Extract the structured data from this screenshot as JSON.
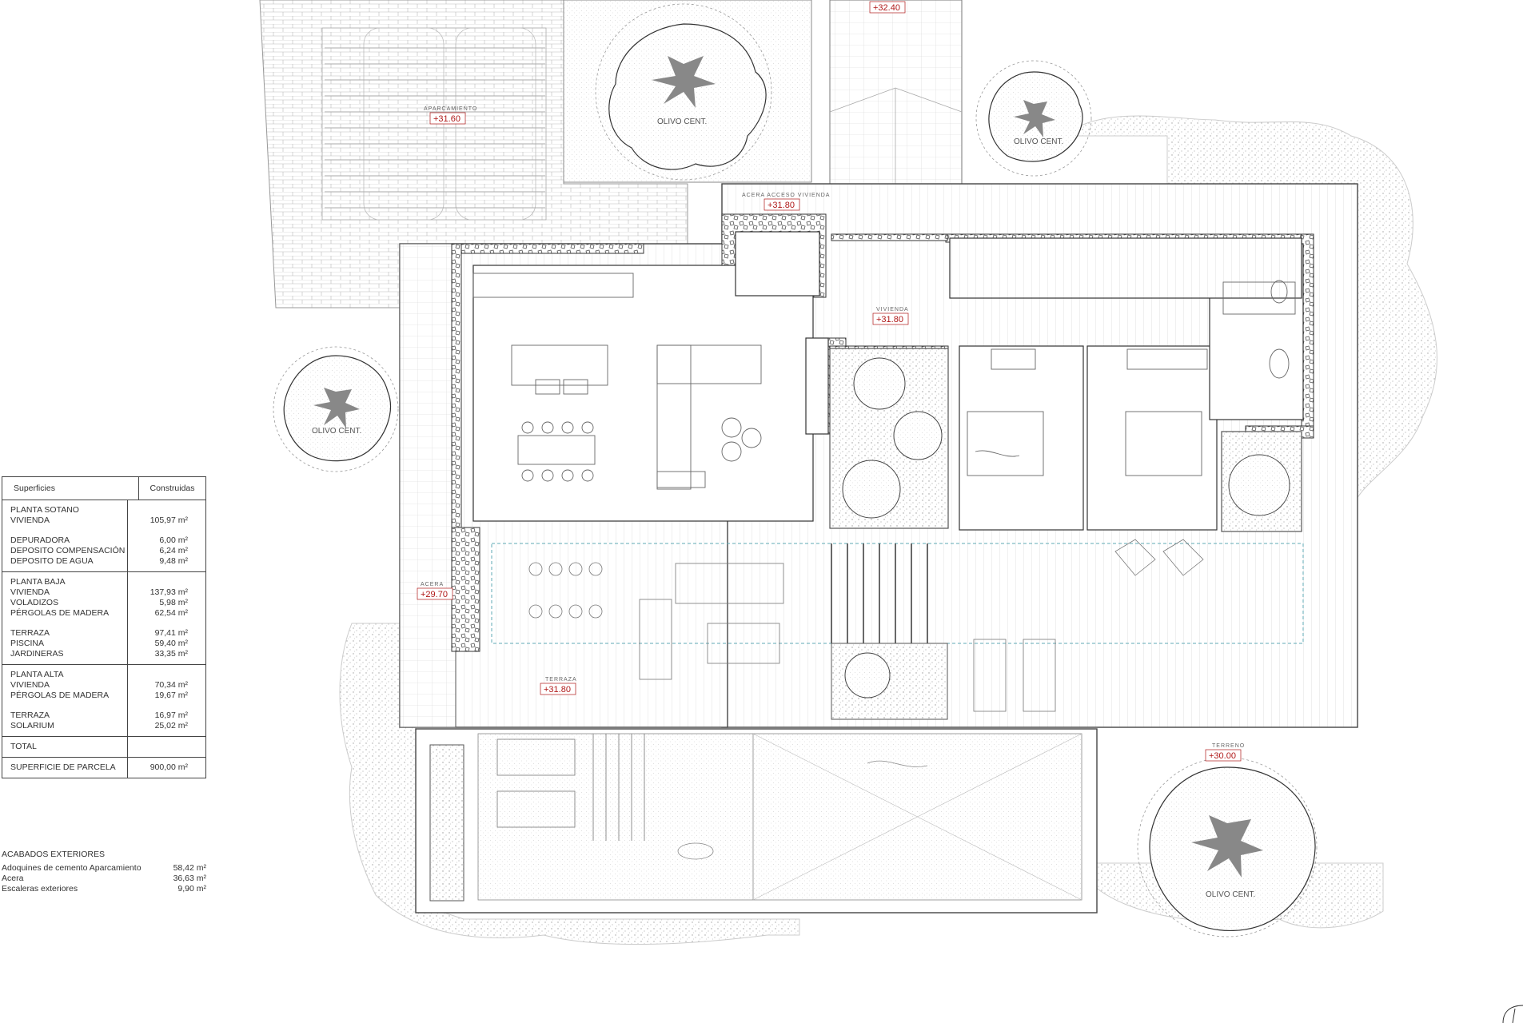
{
  "levels": {
    "parking": "+31.60",
    "top": "+32.40",
    "entry": "+31.80",
    "hall": "+31.80",
    "sidewalk": "+29.70",
    "terrace": "+31.80",
    "land": "+30.00"
  },
  "labels": {
    "parking": "APARCAMIENTO",
    "entry": "ACERA ACCESO VIVIENDA",
    "hall": "VIVIENDA",
    "sidewalk": "ACERA",
    "terrace": "TERRAZA",
    "land": "TERRENO"
  },
  "trees": {
    "label": "OLIVO CENT."
  },
  "surfaces": {
    "header_name": "Superficies",
    "header_value": "Construidas",
    "sections": [
      {
        "rows": [
          {
            "name": "PLANTA SOTANO",
            "value": ""
          },
          {
            "name": "VIVIENDA",
            "value": "105,97 m²"
          },
          {
            "name": "",
            "value": ""
          },
          {
            "name": "DEPURADORA",
            "value": "6,00 m²"
          },
          {
            "name": "DEPOSITO COMPENSACIÓN",
            "value": "6,24 m²"
          },
          {
            "name": "DEPOSITO DE AGUA",
            "value": "9,48 m²"
          }
        ]
      },
      {
        "rows": [
          {
            "name": "PLANTA BAJA",
            "value": ""
          },
          {
            "name": "VIVIENDA",
            "value": "137,93 m²"
          },
          {
            "name": "VOLADIZOS",
            "value": "5,98 m²"
          },
          {
            "name": "PÉRGOLAS DE MADERA",
            "value": "62,54 m²"
          },
          {
            "name": "",
            "value": ""
          },
          {
            "name": "TERRAZA",
            "value": "97,41 m²"
          },
          {
            "name": "PISCINA",
            "value": "59,40 m²"
          },
          {
            "name": "JARDINERAS",
            "value": "33,35 m²"
          }
        ]
      },
      {
        "rows": [
          {
            "name": "PLANTA ALTA",
            "value": ""
          },
          {
            "name": "VIVIENDA",
            "value": "70,34 m²"
          },
          {
            "name": "PÉRGOLAS DE MADERA",
            "value": "19,67 m²"
          },
          {
            "name": "",
            "value": ""
          },
          {
            "name": "TERRAZA",
            "value": "16,97 m²"
          },
          {
            "name": "SOLARIUM",
            "value": "25,02 m²"
          }
        ]
      },
      {
        "rows": [
          {
            "name": "TOTAL",
            "value": ""
          }
        ]
      },
      {
        "rows": [
          {
            "name": "SUPERFICIE DE PARCELA",
            "value": "900,00 m²"
          }
        ]
      }
    ]
  },
  "finishes": {
    "title": "ACABADOS EXTERIORES",
    "rows": [
      {
        "name": "Adoquines de cemento Aparcamiento",
        "value": "58,42 m²"
      },
      {
        "name": "Acera",
        "value": "36,63 m²"
      },
      {
        "name": "Escaleras exteriores",
        "value": "9,90 m²"
      }
    ]
  }
}
